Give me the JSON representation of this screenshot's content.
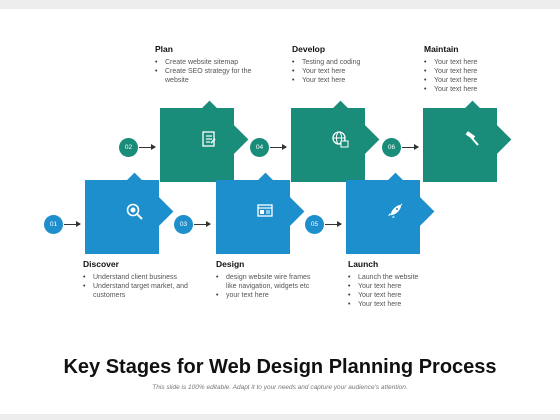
{
  "title": "Key Stages for Web Design Planning Process",
  "subtitle": "This slide is 100% editable. Adapt it to your needs and capture your audience's attention.",
  "colors": {
    "teal": "#1a8c7a",
    "blue": "#1e8fcd"
  },
  "stages": [
    {
      "number": "01",
      "heading": "Discover",
      "icon": "search-icon",
      "color": "blue",
      "bullets": [
        "Understand client business",
        "Understand target market, and customers"
      ]
    },
    {
      "number": "02",
      "heading": "Plan",
      "icon": "checklist-icon",
      "color": "teal",
      "bullets": [
        "Create website sitemap",
        "Create SEO strategy for the website"
      ]
    },
    {
      "number": "03",
      "heading": "Design",
      "icon": "browser-layout-icon",
      "color": "blue",
      "bullets": [
        "design website wire frames like navigation, widgets etc",
        "your text here"
      ]
    },
    {
      "number": "04",
      "heading": "Develop",
      "icon": "globe-code-icon",
      "color": "teal",
      "bullets": [
        "Testing and coding",
        "Your text here",
        "Your text here"
      ]
    },
    {
      "number": "05",
      "heading": "Launch",
      "icon": "rocket-icon",
      "color": "blue",
      "bullets": [
        "Launch the website",
        "Your text here",
        "Your text here",
        "Your text here"
      ]
    },
    {
      "number": "06",
      "heading": "Maintain",
      "icon": "hammer-icon",
      "color": "teal",
      "bullets": [
        "Your text here",
        "Your text here",
        "Your text here",
        "Your text here"
      ]
    }
  ]
}
